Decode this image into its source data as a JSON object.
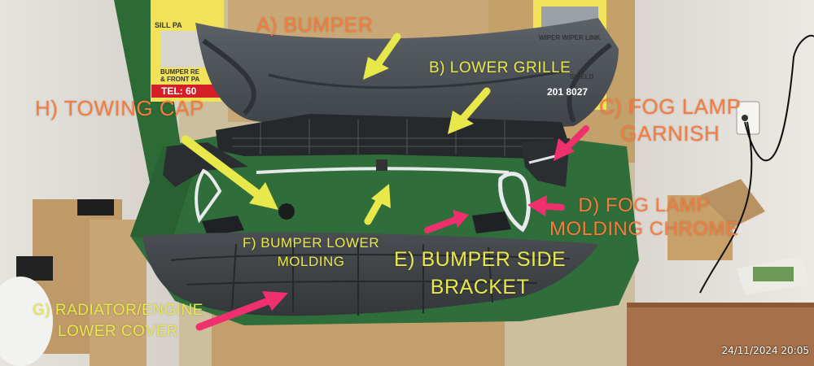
{
  "labels": {
    "a": "A) BUMPER",
    "b": "B) LOWER GRILLE",
    "c_line1": "C) FOG LAMP",
    "c_line2": "GARNISH",
    "d_line1": "D) FOG LAMP",
    "d_line2": "MOLDING CHROME",
    "e_line1": "E) BUMPER SIDE",
    "e_line2": "BRACKET",
    "f_line1": "F) BUMPER LOWER",
    "f_line2": "MOLDING",
    "g_line1": "G) RADIATOR/ENGINE",
    "g_line2": "LOWER COVER",
    "h": "H) TOWING CAP"
  },
  "timestamp": "24/11/2024 20:05",
  "signs": {
    "left_title": "SILL PA",
    "left_sub1": "BUMPER RE",
    "left_sub2": "& FRONT PA",
    "left_phone": "TEL: 60",
    "right_title": "WIPER  WIPER LINK",
    "right_sub": "SHIELD",
    "right_phone": "201 8027"
  },
  "colors": {
    "orange": "#f77b3c",
    "yellow": "#e8e84a",
    "pink": "#f0306e",
    "felt": "#2f6e3a"
  }
}
